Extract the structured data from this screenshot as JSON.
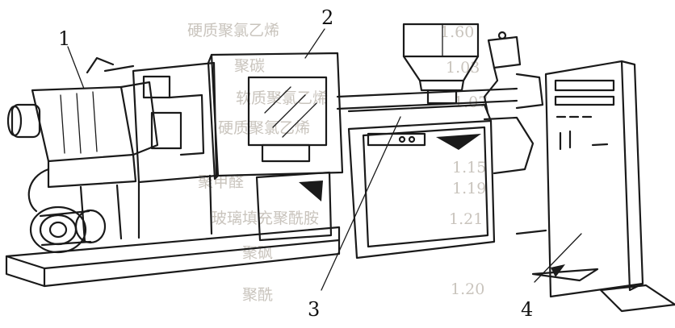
{
  "callouts": [
    {
      "id": "1",
      "text": "1"
    },
    {
      "id": "2",
      "text": "2"
    },
    {
      "id": "3",
      "text": "3"
    },
    {
      "id": "4",
      "text": "4"
    }
  ],
  "background_table": {
    "left_column": [
      "硬质聚氯乙烯",
      "聚碳",
      "软质聚氯乙烯",
      "硬质聚氯乙烯",
      "聚甲醛",
      "玻璃填充聚酰胺",
      "聚砜",
      "聚酰"
    ],
    "right_column": [
      "1.60",
      "1.03",
      "1.07",
      "1.15",
      "1.19",
      "1.21",
      "1.20"
    ]
  },
  "colors": {
    "ink": "#1a1a1a",
    "ghost_text": "#c9c4bd",
    "background": "#ffffff"
  }
}
